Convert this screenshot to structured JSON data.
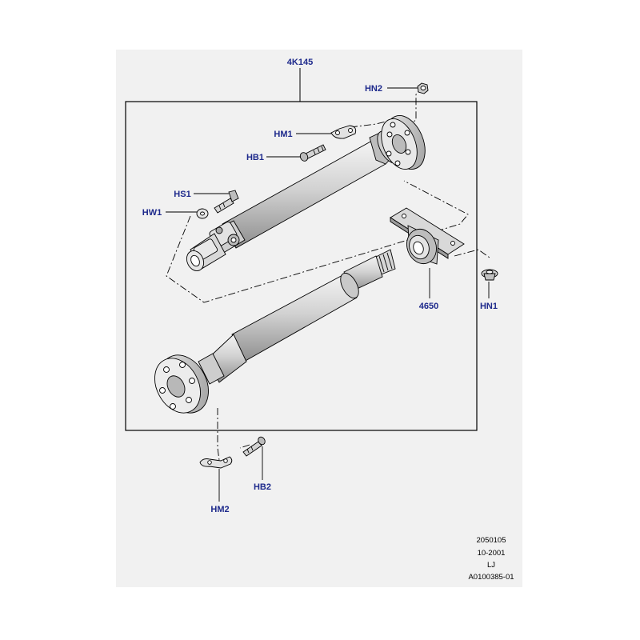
{
  "colors": {
    "background": "#f1f1f1",
    "callout_text": "#1e2a8c",
    "line": "#000000",
    "part_fill": "#cfcfcf"
  },
  "callouts": {
    "assembly": "4K145",
    "hn2": "HN2",
    "hm1": "HM1",
    "hb1": "HB1",
    "hs1": "HS1",
    "hw1": "HW1",
    "bearing": "4650",
    "hn1": "HN1",
    "hb2": "HB2",
    "hm2": "HM2"
  },
  "reference": {
    "line1": "2050105",
    "line2": "10-2001",
    "line3": "LJ",
    "line4": "A0100385-01"
  }
}
